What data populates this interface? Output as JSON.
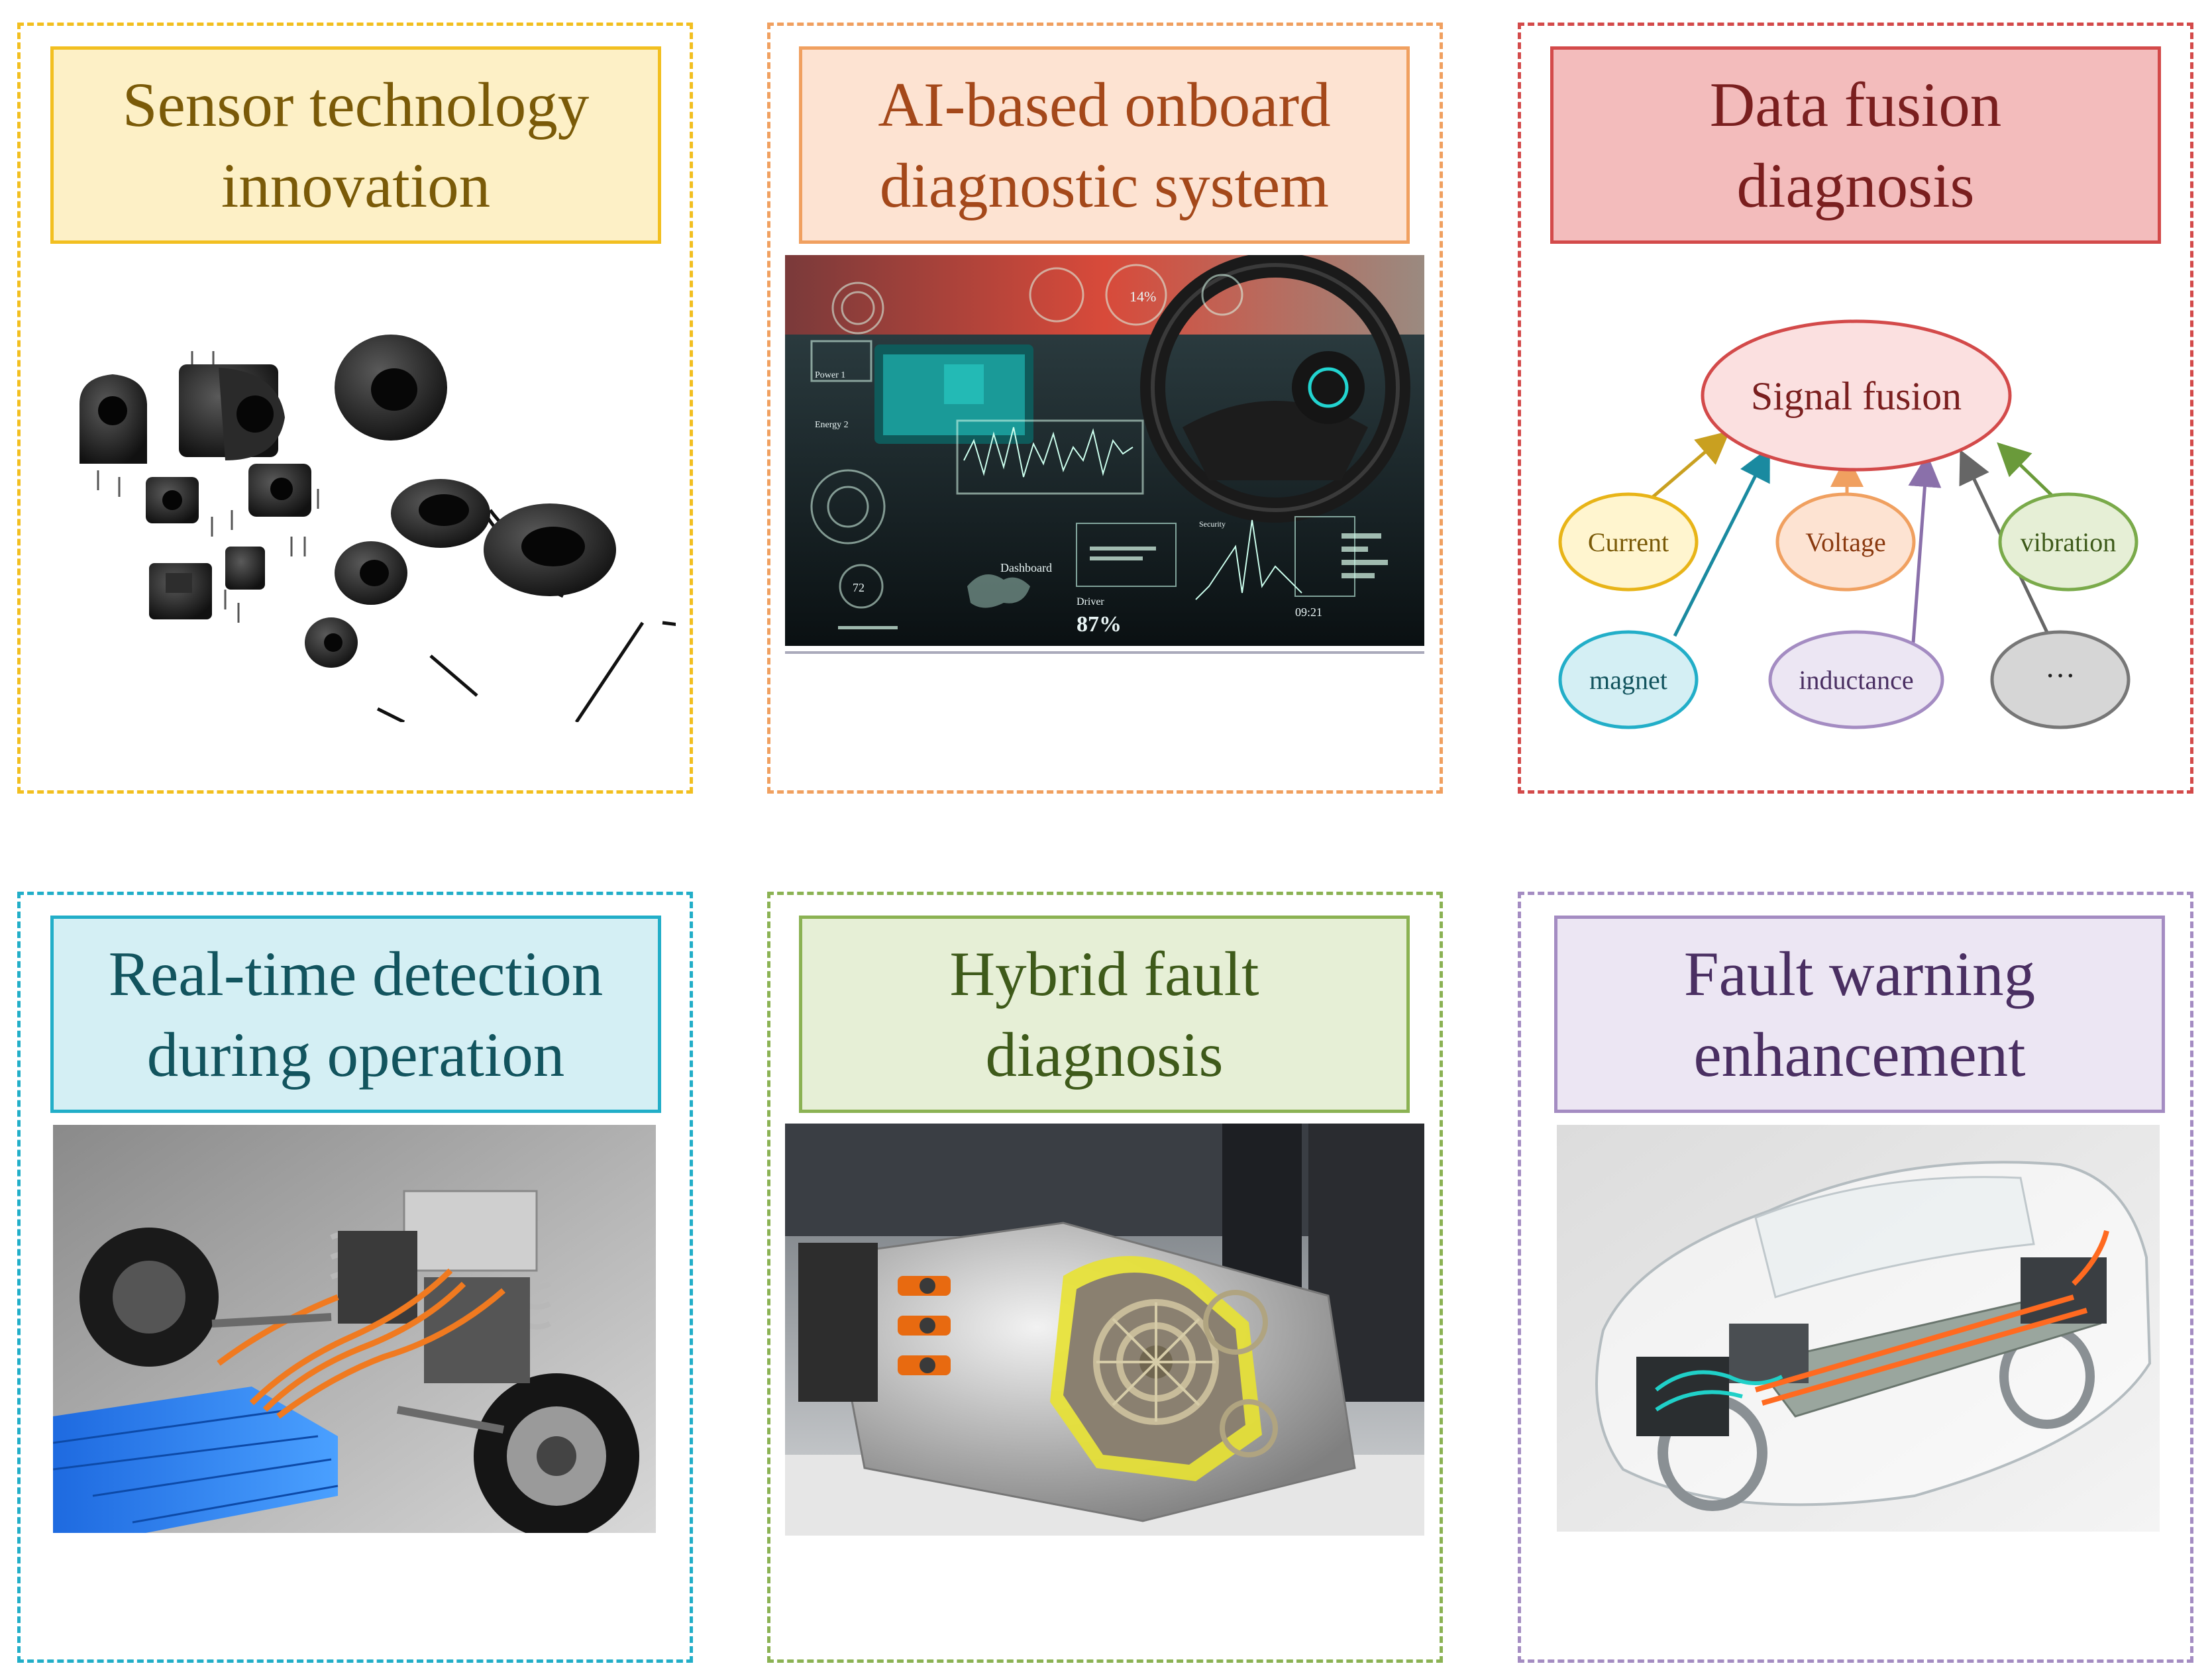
{
  "panels": [
    {
      "title": "Sensor technology\ninnovation",
      "border": "#f2bf20",
      "title_bg": "#fdf0c6",
      "title_fg": "#7a5a08"
    },
    {
      "title": "AI-based onboard\ndiagnostic system",
      "border": "#f0a060",
      "title_bg": "#fde3d2",
      "title_fg": "#a4481a"
    },
    {
      "title": "Data fusion\ndiagnosis",
      "border": "#d34a4a",
      "title_bg": "#f3bcbc",
      "title_fg": "#7a1f1f"
    },
    {
      "title": "Real-time detection\nduring operation",
      "border": "#22aec8",
      "title_bg": "#d4eff4",
      "title_fg": "#12545e"
    },
    {
      "title": "Hybrid fault\ndiagnosis",
      "border": "#8bb253",
      "title_bg": "#e6efd6",
      "title_fg": "#3e5a1a"
    },
    {
      "title": "Fault warning\nenhancement",
      "border": "#a48cc2",
      "title_bg": "#ece6f3",
      "title_fg": "#4a2f62"
    }
  ],
  "dashboard_labels": {
    "power": "Power 1",
    "energy": "Energy 2",
    "dashboard": "Dashboard",
    "driver": "Driver",
    "percent_big": "87%",
    "percent_small": "14%",
    "gauge": "72",
    "time": "09:21",
    "security": "Security"
  },
  "fusion": {
    "center": "Signal fusion",
    "nodes": [
      {
        "label": "Current",
        "stroke": "#e8b418",
        "fill": "#fff5cf",
        "text": "#7a5a08",
        "arrow": "#c9a020"
      },
      {
        "label": "Voltage",
        "stroke": "#f0a060",
        "fill": "#fde3d2",
        "text": "#8a3a10",
        "arrow": "#f0a060"
      },
      {
        "label": "vibration",
        "stroke": "#7aaa4a",
        "fill": "#e6efd6",
        "text": "#3e5a1a",
        "arrow": "#6a9a3a"
      },
      {
        "label": "magnet",
        "stroke": "#22aec8",
        "fill": "#d4eff4",
        "text": "#12545e",
        "arrow": "#1a8aa0"
      },
      {
        "label": "inductance",
        "stroke": "#a48cc2",
        "fill": "#ece6f3",
        "text": "#4a2f62",
        "arrow": "#8a70aa"
      },
      {
        "label": "···",
        "stroke": "#777777",
        "fill": "#d6d6d6",
        "text": "#222222",
        "arrow": "#666666"
      }
    ],
    "center_stroke": "#d34a4a",
    "center_fill": "#fbe0e0",
    "center_text": "#7a1f1f"
  }
}
